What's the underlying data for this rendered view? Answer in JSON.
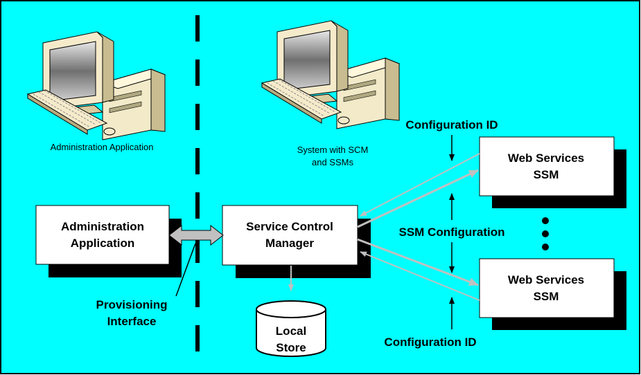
{
  "colors": {
    "background": "#00FFFF",
    "box_fill": "#FFFFFF",
    "shadow": "#000000",
    "arrow": "#C0C0C0",
    "dark_arrow": "#000000"
  },
  "computers": {
    "admin_caption": "Administration Application",
    "system_caption_line1": "System with SCM",
    "system_caption_line2": "and SSMs"
  },
  "boxes": {
    "admin_app": {
      "line1": "Administration",
      "line2": "Application"
    },
    "scm": {
      "line1": "Service Control",
      "line2": "Manager"
    },
    "ssm_top": {
      "line1": "Web Services",
      "line2": "SSM"
    },
    "ssm_bottom": {
      "line1": "Web Services",
      "line2": "SSM"
    }
  },
  "local_store": {
    "line1": "Local",
    "line2": "Store"
  },
  "labels": {
    "provisioning_line1": "Provisioning",
    "provisioning_line2": "Interface",
    "ssm_configuration": "SSM Configuration",
    "config_id_top": "Configuration ID",
    "config_id_bottom": "Configuration ID"
  },
  "icons": [
    "computer-icon",
    "database-cylinder-icon",
    "vertical-ellipsis-icon"
  ]
}
